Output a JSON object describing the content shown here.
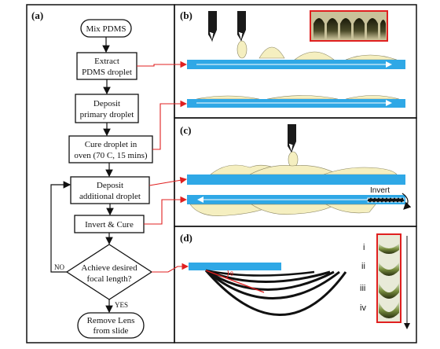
{
  "panels": {
    "a": "(a)",
    "b": "(b)",
    "c": "(c)",
    "d": "(d)"
  },
  "flowchart": {
    "mix": "Mix PDMS",
    "extract_line1": "Extract",
    "extract_line2": "PDMS droplet",
    "deposit_primary_line1": "Deposit",
    "deposit_primary_line2": "primary droplet",
    "cure_line1": "Cure droplet in",
    "cure_line2": "oven (70 C, 15 mins)",
    "deposit_additional_line1": "Deposit",
    "deposit_additional_line2": "additional droplet",
    "invert_cure": "Invert & Cure",
    "decision_line1": "Achieve desired",
    "decision_line2": "focal length?",
    "no_label": "NO",
    "yes_label": "YES",
    "remove_line1": "Remove Lens",
    "remove_line2": "from slide"
  },
  "panel_c": {
    "invert_label": "Invert"
  },
  "panel_d": {
    "roman": [
      "i",
      "ii",
      "iii",
      "iv"
    ]
  },
  "colors": {
    "slide_blue": "#2fa8e6",
    "pdms_cream": "#f5efc0",
    "connector_red": "#e02020",
    "border": "#111111"
  }
}
